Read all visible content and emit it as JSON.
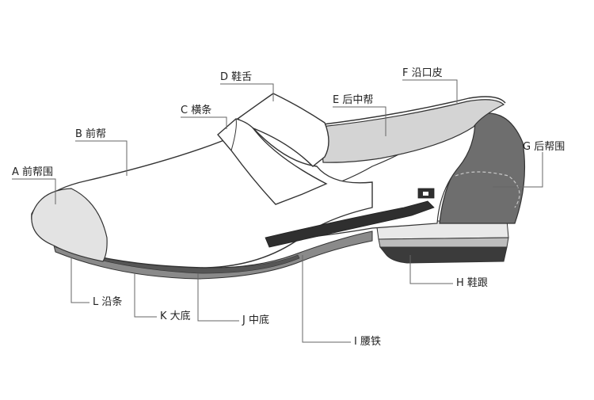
{
  "diagram": {
    "labels": {
      "A": "A 前帮围",
      "B": "B 前帮",
      "C": "C 横条",
      "D": "D 鞋舌",
      "E": "E 后中帮",
      "F": "F 沿口皮",
      "G": "G 后帮围",
      "H": "H 鞋跟",
      "I": "I 腰铁",
      "J": "J 中底",
      "K": "K 大底",
      "L": "L 沿条"
    },
    "colors": {
      "outline": "#333333",
      "upper": "#ffffff",
      "toe_cap": "#e3e3e3",
      "lining": "#d4d4d4",
      "heel_counter": "#6e6e6e",
      "sole": "#8a8a8a",
      "heel_top": "#e9e9e9",
      "heel_base": "#3b3b3b",
      "shank": "#2f2f2f",
      "leader": "#666666"
    }
  }
}
